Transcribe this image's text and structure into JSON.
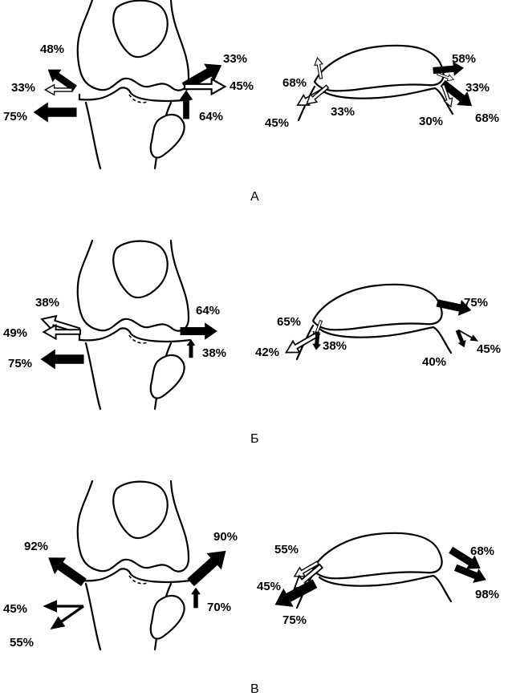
{
  "panels": [
    {
      "id": "A",
      "label": "А",
      "knee_labels": [
        "48%",
        "33%",
        "75%",
        "33%",
        "45%",
        "64%"
      ],
      "patella_labels": [
        "68%",
        "45%",
        "33%",
        "58%",
        "33%",
        "30%",
        "68%"
      ]
    },
    {
      "id": "B",
      "label": "Б",
      "knee_labels": [
        "38%",
        "49%",
        "75%",
        "64%",
        "38%"
      ],
      "patella_labels": [
        "65%",
        "42%",
        "38%",
        "75%",
        "40%",
        "45%"
      ]
    },
    {
      "id": "V",
      "label": "В",
      "knee_labels": [
        "92%",
        "45%",
        "55%",
        "90%",
        "70%"
      ],
      "patella_labels": [
        "55%",
        "45%",
        "75%",
        "68%",
        "98%"
      ]
    }
  ]
}
